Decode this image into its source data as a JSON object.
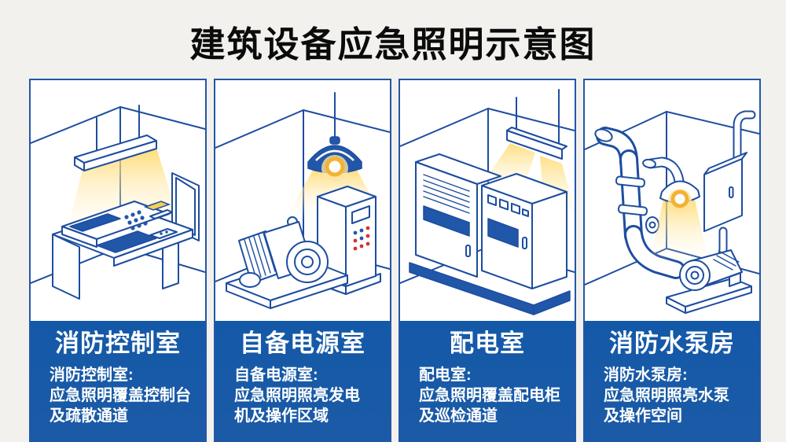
{
  "title": "建筑设备应急照明示意图",
  "colors": {
    "background": "#f2f1ee",
    "panel_border_blue": "#2457a6",
    "footer_blue": "#1559a7",
    "line_art_blue": "#1d4da0",
    "accent_fill_blue": "#2157a8",
    "light_yellow": "#f6c33a",
    "title_black": "#0b0b0b",
    "text_white": "#ffffff"
  },
  "panels": [
    {
      "scene": "fire-control-room-console-with-ceiling-batten-light",
      "title": "消防控制室",
      "desc_lines": [
        "消防控制室:",
        "应急照明覆盖控制台",
        "及疏散通道"
      ]
    },
    {
      "scene": "generator-room-with-pendant-lamp-and-cabinet",
      "title": "自备电源室",
      "desc_lines": [
        "自备电源室:",
        "应急照明照亮发电",
        "机及操作区域"
      ]
    },
    {
      "scene": "power-distribution-cabinets-with-batten-light",
      "title": "配电室",
      "desc_lines": [
        "配电室:",
        "应急照明覆盖配电柜",
        "及巡检通道"
      ]
    },
    {
      "scene": "fire-pump-room-pipes-pump-wall-lamp",
      "title": "消防水泵房",
      "desc_lines": [
        "消防水泵房:",
        "应急照明照亮水泵",
        "及操作空间"
      ]
    }
  ]
}
